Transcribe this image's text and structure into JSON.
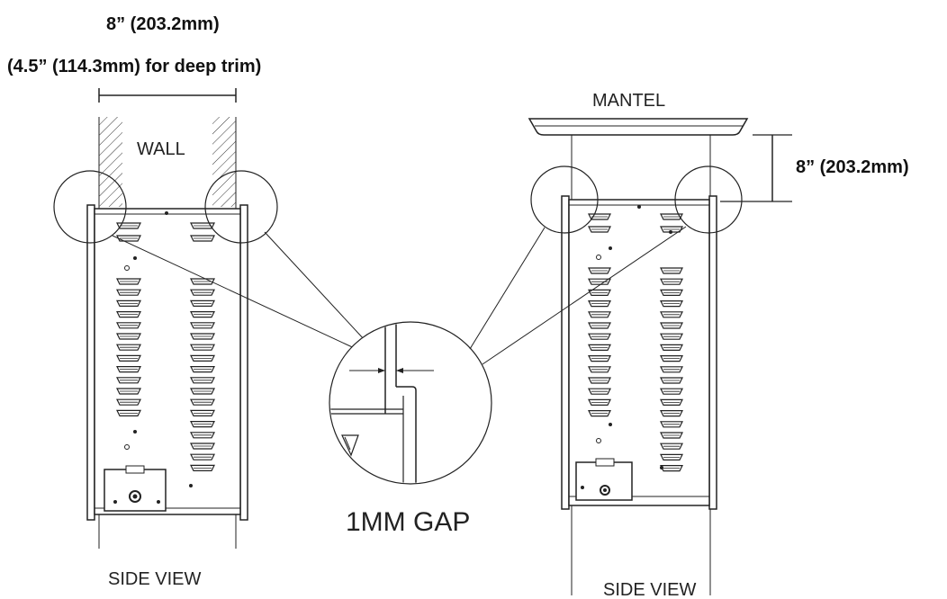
{
  "labels": {
    "top_dimension": "8” (203.2mm)",
    "top_dimension_alt": "(4.5” (114.3mm) for deep trim)",
    "wall": "WALL",
    "mantel": "MANTEL",
    "mantel_dimension": "8” (203.2mm)",
    "gap": "1MM GAP",
    "side_view_left": "SIDE VIEW",
    "side_view_right": "SIDE VIEW"
  }
}
